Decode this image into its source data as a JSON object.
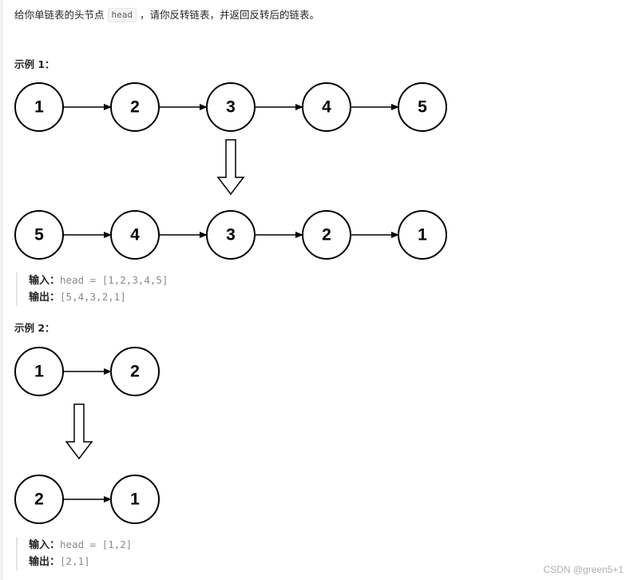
{
  "intro": {
    "prefix": "给你单链表的头节点",
    "code": "head",
    "suffix": "，请你反转链表，并返回反转后的链表。"
  },
  "example1": {
    "title": "示例 1：",
    "input_nodes": [
      "1",
      "2",
      "3",
      "4",
      "5"
    ],
    "output_nodes": [
      "5",
      "4",
      "3",
      "2",
      "1"
    ],
    "input_label": "输入：",
    "input_value": "head = [1,2,3,4,5]",
    "output_label": "输出：",
    "output_value": "[5,4,3,2,1]"
  },
  "example2": {
    "title": "示例 2：",
    "input_nodes": [
      "1",
      "2"
    ],
    "output_nodes": [
      "2",
      "1"
    ],
    "input_label": "输入：",
    "input_value": "head = [1,2]",
    "output_label": "输出：",
    "output_value": "[2,1]"
  },
  "watermark": "CSDN @green5+1"
}
